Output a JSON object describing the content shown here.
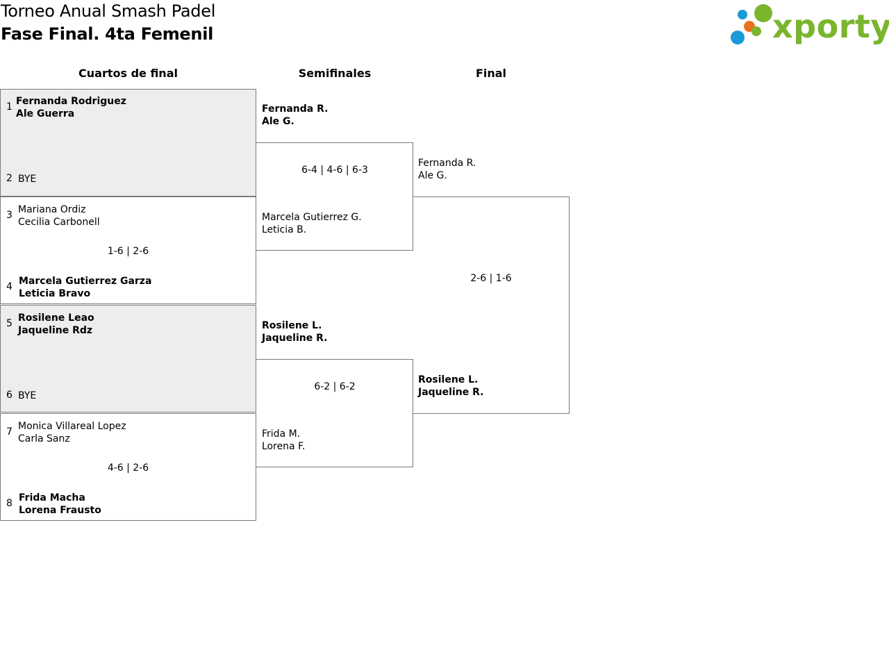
{
  "title": {
    "line1": "Torneo Anual Smash Padel",
    "line2": "Fase Final. 4ta Femenil"
  },
  "logo": {
    "text": "xporty",
    "colors": {
      "green": "#7ab52e",
      "orange": "#e8731c",
      "blue": "#1a9ad9"
    }
  },
  "rounds": {
    "quarterfinals": "Cuartos de final",
    "semifinals": "Semifinales",
    "final": "Final"
  },
  "quarterfinals": [
    {
      "seed_a": "1",
      "team_a": [
        "Fernanda Rodriguez",
        "Ale Guerra"
      ],
      "team_a_winner": true,
      "seed_b": "2",
      "team_b": [
        "BYE"
      ],
      "team_b_winner": false,
      "score": "",
      "bye": true
    },
    {
      "seed_a": "3",
      "team_a": [
        "Mariana Ordiz",
        "Cecilia Carbonell"
      ],
      "team_a_winner": false,
      "seed_b": "4",
      "team_b": [
        "Marcela Gutierrez Garza",
        "Leticia Bravo"
      ],
      "team_b_winner": true,
      "score": "1-6 | 2-6",
      "bye": false
    },
    {
      "seed_a": "5",
      "team_a": [
        "Rosilene Leao",
        "Jaqueline Rdz"
      ],
      "team_a_winner": true,
      "seed_b": "6",
      "team_b": [
        "BYE"
      ],
      "team_b_winner": false,
      "score": "",
      "bye": true
    },
    {
      "seed_a": "7",
      "team_a": [
        "Monica Villareal Lopez",
        "Carla Sanz"
      ],
      "team_a_winner": false,
      "seed_b": "8",
      "team_b": [
        "Frida Macha",
        "Lorena Frausto"
      ],
      "team_b_winner": true,
      "score": "4-6 | 2-6",
      "bye": false
    }
  ],
  "semifinals": [
    {
      "team_a": [
        "Fernanda R.",
        "Ale G."
      ],
      "team_a_winner": true,
      "team_b": [
        "Marcela Gutierrez G.",
        "Leticia B."
      ],
      "team_b_winner": false,
      "score": "6-4 | 4-6 | 6-3"
    },
    {
      "team_a": [
        "Rosilene L.",
        "Jaqueline R."
      ],
      "team_a_winner": true,
      "team_b": [
        "Frida M.",
        "Lorena F."
      ],
      "team_b_winner": false,
      "score": "6-2 | 6-2"
    }
  ],
  "final": {
    "team_a": [
      "Fernanda R.",
      "Ale G."
    ],
    "team_a_winner": false,
    "team_b": [
      "Rosilene L.",
      "Jaqueline R."
    ],
    "team_b_winner": true,
    "score": "2-6 | 1-6"
  }
}
